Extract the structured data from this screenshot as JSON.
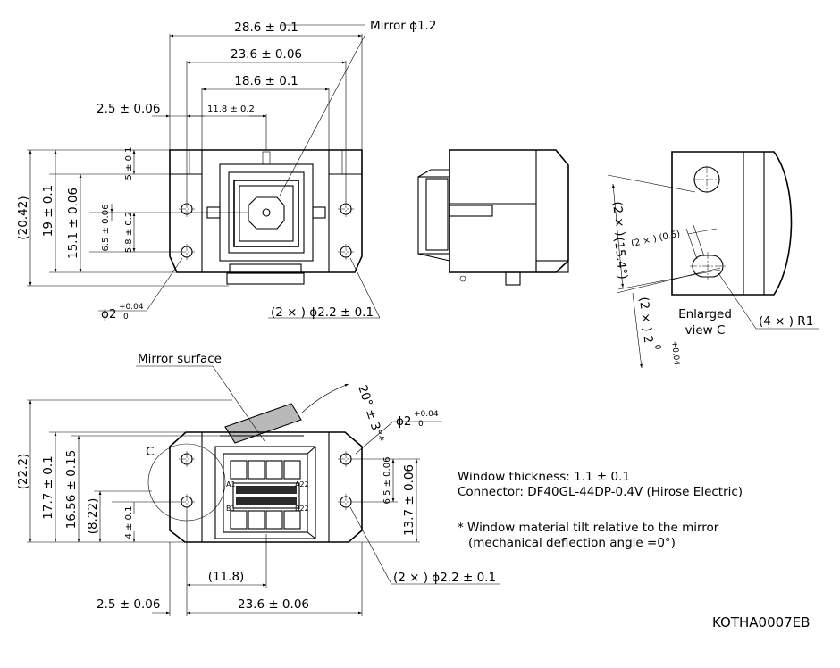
{
  "dims": {
    "width_outer": "28.6 ± 0.1",
    "width_mid": "23.6 ± 0.06",
    "width_inner": "18.6 ± 0.1",
    "edge_left": "2.5 ± 0.06",
    "center_offset": "11.8 ± 0.2",
    "mirror": "Mirror ϕ1.2",
    "height_ref": "(20.42)",
    "height_19": "19 ± 0.1",
    "height_15": "15.1 ± 0.06",
    "v_5": "5 ± 0.1",
    "v_65": "6.5 ± 0.06",
    "v_58": "5.8 ± 0.2",
    "hole_phi2": "ϕ2",
    "hole_tol_plus": "+0.04",
    "hole_tol_zero": "0",
    "hole_22": "(2 × ) ϕ2.2 ± 0.1",
    "enl_2x": "(2 × )",
    "enl_154": "(15.4°)",
    "enl_05": "(2 × ) (0.5)",
    "enl_2x2": "(2 × ) 2",
    "enl_caption_1": "Enlarged",
    "enl_caption_2": "view C",
    "r1": "(4 × ) R1",
    "mirror_surface": "Mirror surface",
    "tilt": "20° ± 3°*",
    "c_label": "C",
    "bot_height_ref": "(22.2)",
    "bot_177": "17.7 ± 0.1",
    "bot_1656": "16.56 ± 0.15",
    "bot_822": "(8.22)",
    "bot_4": "4 ± 0.1",
    "bot_65": "6.5 ± 0.06",
    "bot_137": "13.7 ± 0.06",
    "bot_118": "(11.8)",
    "bot_25": "2.5 ± 0.06",
    "bot_236": "23.6 ± 0.06",
    "bot_hole_22": "(2 × ) ϕ2.2 ± 0.1",
    "pin_a1": "A1",
    "pin_a22": "A22",
    "pin_b1": "B1",
    "pin_b22": "B22"
  },
  "notes": {
    "window_thickness": "Window thickness: 1.1 ± 0.1",
    "connector": "Connector: DF40GL-44DP-0.4V (Hirose Electric)",
    "tilt_note_1": "* Window material tilt relative to the mirror",
    "tilt_note_2": "(mechanical deflection angle =0°)"
  },
  "drawing_code": "KOTHA0007EB",
  "colors": {
    "line": "#000000",
    "fill_grey": "#b9b9b9",
    "background": "#ffffff"
  }
}
